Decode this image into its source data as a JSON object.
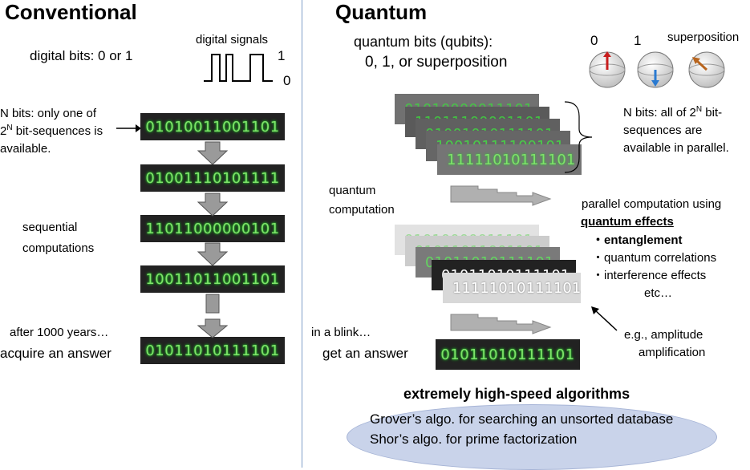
{
  "left": {
    "title": "Conventional",
    "digital_bits": "digital bits:  0 or 1",
    "digital_signals": "digital signals",
    "signal_one": "1",
    "signal_zero": "0",
    "nbits_line1": "N bits: only one of",
    "nbits_line2_pre": "2",
    "nbits_line2_sup": "N",
    "nbits_line2_post": " bit-sequences is",
    "nbits_line3": "available.",
    "sequential_line1": "sequential",
    "sequential_line2": "computations",
    "after_years": "after 1000 years…",
    "acquire": "acquire an answer",
    "sequences": [
      "01010011001101",
      "01001110101111",
      "11011000000101",
      "10011011001101"
    ],
    "answer": "01011010111101"
  },
  "right": {
    "title": "Quantum",
    "qubits_line1": "quantum bits (qubits):",
    "qubits_line2": "0, 1, or superposition",
    "label_zero": "0",
    "label_one": "1",
    "label_superposition": "superposition",
    "nbits_line1_pre": "N bits: all of 2",
    "nbits_line1_sup": "N",
    "nbits_line1_post": " bit-",
    "nbits_line2": "sequences are",
    "nbits_line3": "available in parallel.",
    "stack_top": [
      "01010000011101",
      "11011100001101",
      "01001010111101",
      "10010111100101",
      "11111010111101"
    ],
    "quantum_computation_1": "quantum",
    "quantum_computation_2": "computation",
    "parallel_line1": "parallel computation using",
    "parallel_line2": "quantum effects",
    "effects": [
      "・entanglement",
      "・quantum correlations",
      "・interference effects"
    ],
    "etc": "etc…",
    "stack_mid": [
      "01010000011101",
      "01011011001101",
      "01011010111101",
      "01011010111101",
      "11111010111101"
    ],
    "in_a_blink": "in a blink…",
    "get_answer": "get an answer",
    "answer": "01011010111101",
    "eg_line1": "e.g., amplitude",
    "eg_line2": "amplification",
    "algos_title": "extremely high-speed algorithms",
    "grover": "Grover’s  algo. for searching an unsorted database",
    "shor": "Shor’s algo. for prime factorization"
  },
  "colors": {
    "bit_green": "#7fe26a",
    "box_dark": "#222222",
    "ellipse_fill": "#c9d3ea",
    "divider": "#7f9fc7",
    "arrow_gray": "#9a9a9a"
  }
}
